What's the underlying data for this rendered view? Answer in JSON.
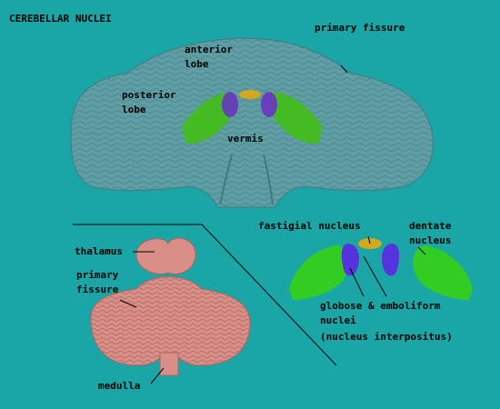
{
  "title": "CEREBELLAR NUCLEI",
  "top_view": {
    "primary_fissure": "primary fissure",
    "anterior_lobe": [
      "anterior",
      "lobe"
    ],
    "posterior_lobe": [
      "posterior",
      "lobe"
    ],
    "vermis": "vermis"
  },
  "bottom_left_view": {
    "thalamus": "thalamus",
    "primary_fissure": [
      "primary",
      "fissure"
    ],
    "medulla": "medulla"
  },
  "nuclei_view": {
    "fastigial": "fastigial nucleus",
    "dentate": [
      "dentate",
      "nucleus"
    ],
    "globose_emboliform": [
      "globose & emboliform",
      "nuclei",
      "(nucleus interpositus)"
    ]
  },
  "colors": {
    "background": "#1aa6a6",
    "cerebellum": "#5f9ea4",
    "brainstem": "#d98f88",
    "dentate": "#33cc22",
    "interpositus": "#5533dd",
    "fastigial": "#d4a81c"
  }
}
